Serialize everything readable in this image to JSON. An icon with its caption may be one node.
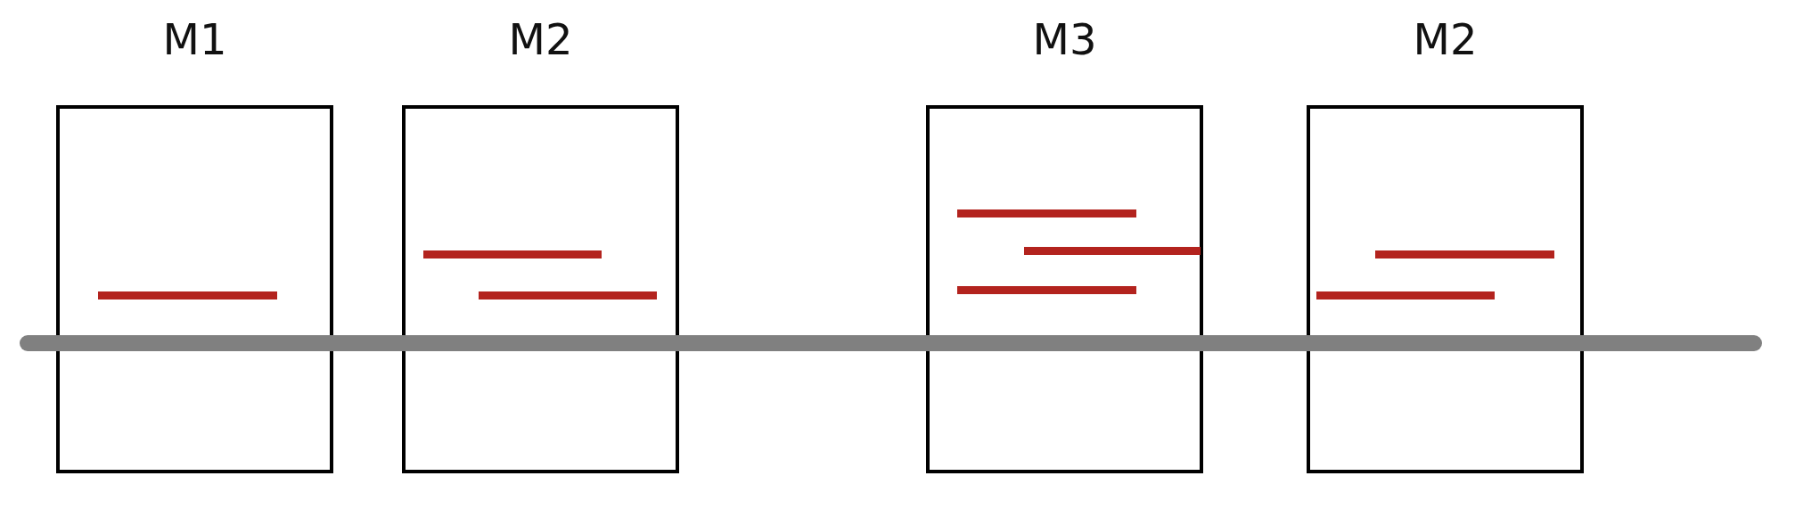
{
  "diagram": {
    "nodes": [
      {
        "text": [
          "M1"
        ]
      },
      {
        "text": [
          "M2"
        ]
      },
      {
        "text": [
          "M3"
        ]
      },
      {
        "text": [
          "M2"
        ]
      }
    ]
  }
}
